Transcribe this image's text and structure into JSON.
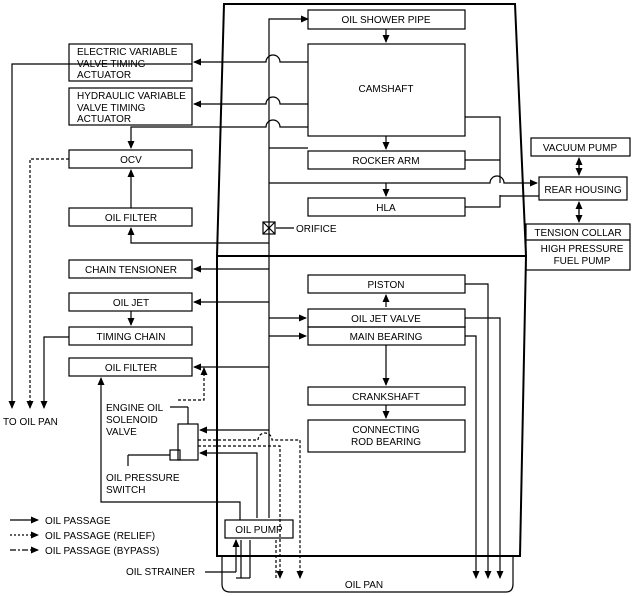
{
  "blocks": {
    "oil_shower_pipe": "OIL SHOWER PIPE",
    "camshaft": "CAMSHAFT",
    "rocker_arm": "ROCKER ARM",
    "hla": "HLA",
    "piston": "PISTON",
    "oil_jet_valve": "OIL JET VALVE",
    "main_bearing": "MAIN BEARING",
    "crankshaft": "CRANKSHAFT",
    "conrod_bearing_1": "CONNECTING",
    "conrod_bearing_2": "ROD BEARING",
    "oil_pump": "OIL PUMP",
    "evvt_1": "ELECTRIC VARIABLE",
    "evvt_2": "VALVE TIMING",
    "evvt_3": "ACTUATOR",
    "hvvt_1": "HYDRAULIC VARIABLE",
    "hvvt_2": "VALVE TIMING",
    "hvvt_3": "ACTUATOR",
    "ocv": "OCV",
    "oil_filter_upper": "OIL FILTER",
    "chain_tensioner": "CHAIN TENSIONER",
    "oil_jet": "OIL JET",
    "timing_chain": "TIMING CHAIN",
    "oil_filter_lower": "OIL FILTER",
    "vacuum_pump": "VACUUM PUMP",
    "rear_housing": "REAR HOUSING",
    "tension_collar": "TENSION COLLAR",
    "hp_fuel_pump_1": "HIGH PRESSURE",
    "hp_fuel_pump_2": "FUEL PUMP"
  },
  "labels": {
    "orifice": "ORIFICE",
    "to_oil_pan": "TO OIL PAN",
    "solenoid_1": "ENGINE OIL",
    "solenoid_2": "SOLENOID",
    "solenoid_3": "VALVE",
    "pressure_switch_1": "OIL PRESSURE",
    "pressure_switch_2": "SWITCH",
    "oil_strainer": "OIL STRAINER",
    "oil_pan": "OIL PAN"
  },
  "legend": {
    "passage": "OIL PASSAGE",
    "relief": "OIL PASSAGE (RELIEF)",
    "bypass": "OIL PASSAGE (BYPASS)"
  }
}
